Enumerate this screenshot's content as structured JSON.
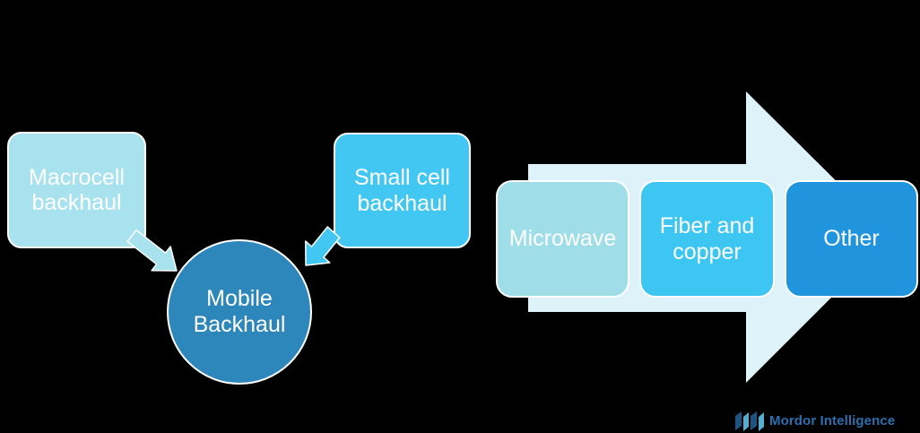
{
  "canvas": {
    "background": "#000000",
    "text_color": "#ffffff"
  },
  "flow": {
    "macrocell": {
      "label": "Macrocell backhaul",
      "fill": "#a7e2ee"
    },
    "smallcell": {
      "label": "Small cell backhaul",
      "fill": "#41c7f2"
    },
    "center": {
      "label": "Mobile Backhaul",
      "fill": "#2e87bb"
    }
  },
  "segments": {
    "arrow_fill": "#def2fa",
    "items": [
      {
        "label": "Microwave",
        "fill": "#9fdde9"
      },
      {
        "label": "Fiber and copper",
        "fill": "#3dc6f1"
      },
      {
        "label": "Other",
        "fill": "#2095de"
      }
    ]
  },
  "branding": {
    "name": "Mordor Intelligence",
    "text_color": "#2d6fad",
    "icon_dark": "#1e5480",
    "icon_light": "#53aed0"
  }
}
